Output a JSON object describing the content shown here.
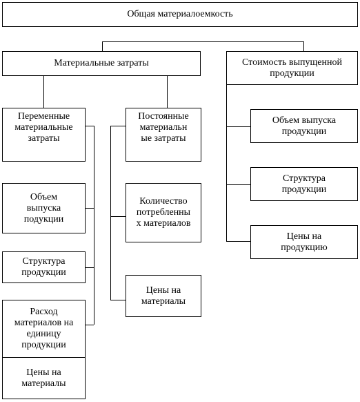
{
  "diagram": {
    "root": "Общая материалоемкость",
    "material_costs": {
      "title": "Материальные затраты",
      "variable": {
        "title": "Переменные\nматериальные\nзатраты",
        "children": [
          "Объем\nвыпуска\nподукции",
          "Структура\nпродукции",
          "Расход\nматериалов на\nединицу\nпродукции",
          "Цены на\nматериалы"
        ]
      },
      "fixed": {
        "title": "Постоянные\nматериальн\nые затраты",
        "children": [
          "Количество\nпотребленны\nх материалов",
          "Цены на\nматериалы"
        ]
      }
    },
    "output_value": {
      "title": "Стоимость выпущенной\nпродукции",
      "children": [
        "Объем выпуска\nпродукции",
        "Структура\nпродукции",
        "Цены на\nпродукцию"
      ]
    }
  }
}
